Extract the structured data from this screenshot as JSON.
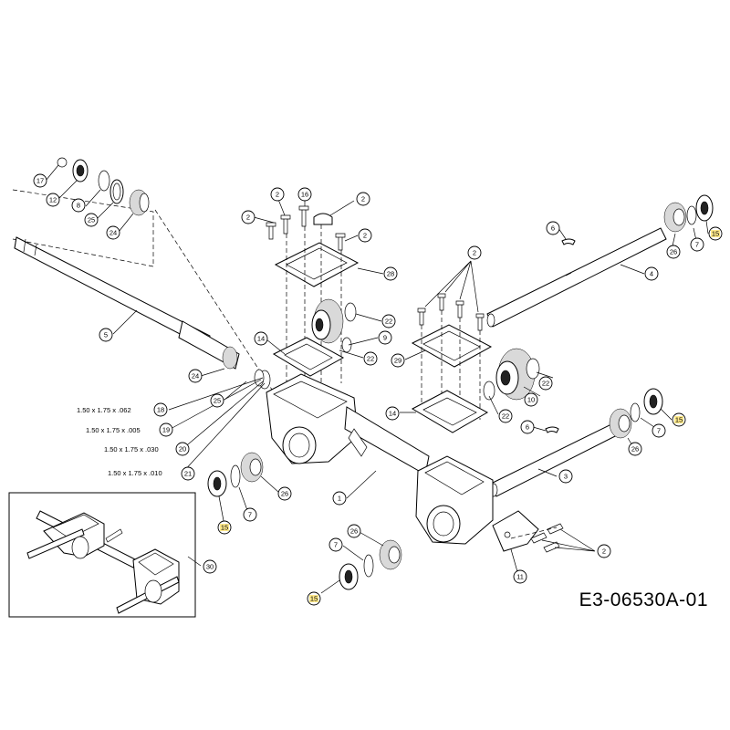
{
  "diagram_code": "E3-06530A-01",
  "callouts": [
    {
      "label": "17",
      "highlight": false
    },
    {
      "label": "12",
      "highlight": false
    },
    {
      "label": "8",
      "highlight": false
    },
    {
      "label": "25",
      "highlight": false
    },
    {
      "label": "24",
      "highlight": false
    },
    {
      "label": "5",
      "highlight": false
    },
    {
      "label": "2",
      "highlight": false
    },
    {
      "label": "2",
      "highlight": false
    },
    {
      "label": "16",
      "highlight": false
    },
    {
      "label": "2",
      "highlight": false
    },
    {
      "label": "2",
      "highlight": false
    },
    {
      "label": "28",
      "highlight": false
    },
    {
      "label": "22",
      "highlight": false
    },
    {
      "label": "9",
      "highlight": false
    },
    {
      "label": "22",
      "highlight": false
    },
    {
      "label": "14",
      "highlight": false
    },
    {
      "label": "24",
      "highlight": false
    },
    {
      "label": "25",
      "highlight": false
    },
    {
      "label": "2",
      "highlight": false
    },
    {
      "label": "29",
      "highlight": false
    },
    {
      "label": "22",
      "highlight": false
    },
    {
      "label": "10",
      "highlight": false
    },
    {
      "label": "22",
      "highlight": false
    },
    {
      "label": "14",
      "highlight": false
    },
    {
      "label": "6",
      "highlight": false
    },
    {
      "label": "4",
      "highlight": false
    },
    {
      "label": "26",
      "highlight": false
    },
    {
      "label": "7",
      "highlight": false
    },
    {
      "label": "15",
      "highlight": true
    },
    {
      "label": "6",
      "highlight": false
    },
    {
      "label": "15",
      "highlight": true
    },
    {
      "label": "7",
      "highlight": false
    },
    {
      "label": "26",
      "highlight": false
    },
    {
      "label": "3",
      "highlight": false
    },
    {
      "label": "1",
      "highlight": false
    },
    {
      "label": "26",
      "highlight": false
    },
    {
      "label": "7",
      "highlight": false
    },
    {
      "label": "15",
      "highlight": true
    },
    {
      "label": "30",
      "highlight": false
    },
    {
      "label": "7",
      "highlight": false
    },
    {
      "label": "26",
      "highlight": false
    },
    {
      "label": "15",
      "highlight": true
    },
    {
      "label": "11",
      "highlight": false
    },
    {
      "label": "2",
      "highlight": false
    },
    {
      "label": "18",
      "highlight": false
    },
    {
      "label": "19",
      "highlight": false
    },
    {
      "label": "20",
      "highlight": false
    },
    {
      "label": "21",
      "highlight": false
    }
  ],
  "shim_specs": [
    {
      "text": "1.50 x 1.75 x .062",
      "part": "18"
    },
    {
      "text": "1.50 x 1.75 x .005",
      "part": "19"
    },
    {
      "text": "1.50 x 1.75 x .030",
      "part": "20"
    },
    {
      "text": "1.50 x 1.75 x .010",
      "part": "21"
    }
  ]
}
